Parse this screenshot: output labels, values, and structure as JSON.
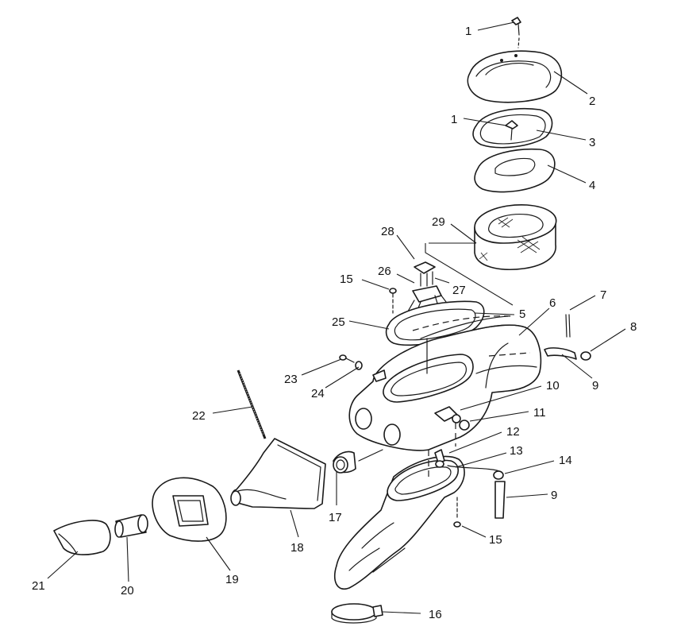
{
  "callouts": [
    {
      "id": "c1a",
      "text": "1"
    },
    {
      "id": "c2",
      "text": "2"
    },
    {
      "id": "c1b",
      "text": "1"
    },
    {
      "id": "c3",
      "text": "3"
    },
    {
      "id": "c4",
      "text": "4"
    },
    {
      "id": "c29",
      "text": "29"
    },
    {
      "id": "c28",
      "text": "28"
    },
    {
      "id": "c26",
      "text": "26"
    },
    {
      "id": "c27",
      "text": "27"
    },
    {
      "id": "c15a",
      "text": "15"
    },
    {
      "id": "c5",
      "text": "5"
    },
    {
      "id": "c6",
      "text": "6"
    },
    {
      "id": "c7",
      "text": "7"
    },
    {
      "id": "c8",
      "text": "8"
    },
    {
      "id": "c25",
      "text": "25"
    },
    {
      "id": "c9a",
      "text": "9"
    },
    {
      "id": "c23",
      "text": "23"
    },
    {
      "id": "c24",
      "text": "24"
    },
    {
      "id": "c10",
      "text": "10"
    },
    {
      "id": "c11",
      "text": "11"
    },
    {
      "id": "c22",
      "text": "22"
    },
    {
      "id": "c12",
      "text": "12"
    },
    {
      "id": "c13",
      "text": "13"
    },
    {
      "id": "c14",
      "text": "14"
    },
    {
      "id": "c9b",
      "text": "9"
    },
    {
      "id": "c17",
      "text": "17"
    },
    {
      "id": "c15b",
      "text": "15"
    },
    {
      "id": "c18",
      "text": "18"
    },
    {
      "id": "c19",
      "text": "19"
    },
    {
      "id": "c21",
      "text": "21"
    },
    {
      "id": "c20",
      "text": "20"
    },
    {
      "id": "c16",
      "text": "16"
    }
  ]
}
